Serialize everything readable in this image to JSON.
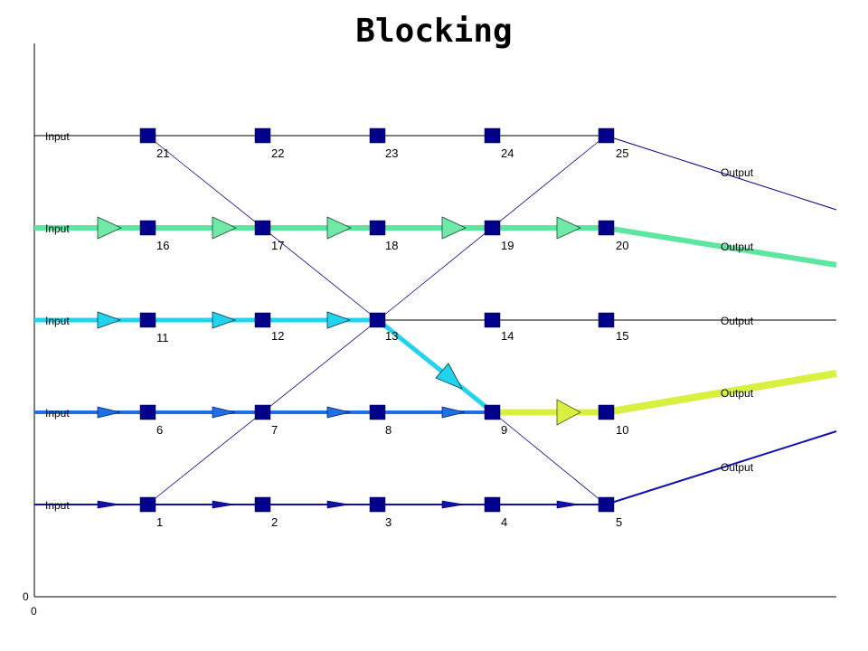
{
  "title": "Blocking",
  "axis": {
    "x_origin": "0",
    "y_origin": "0"
  },
  "colors": {
    "frame": "#000000",
    "node": "#00008b",
    "thin_link": "#00008b",
    "row_green": "#5ce6a0",
    "row_cyan": "#22d3ee",
    "row_blue": "#1e6ee6",
    "row_navy": "#1010b0",
    "blocked_output": "#d8f040"
  },
  "inputs": [
    "Input",
    "Input",
    "Input",
    "Input",
    "Input"
  ],
  "outputs": [
    "Output",
    "Output",
    "Output",
    "Output",
    "Output"
  ],
  "nodes": [
    [
      "21",
      "22",
      "23",
      "24",
      "25"
    ],
    [
      "16",
      "17",
      "18",
      "19",
      "20"
    ],
    [
      "11",
      "12",
      "13",
      "14",
      "15"
    ],
    [
      "6",
      "7",
      "8",
      "9",
      "10"
    ],
    [
      "1",
      "2",
      "3",
      "4",
      "5"
    ]
  ]
}
